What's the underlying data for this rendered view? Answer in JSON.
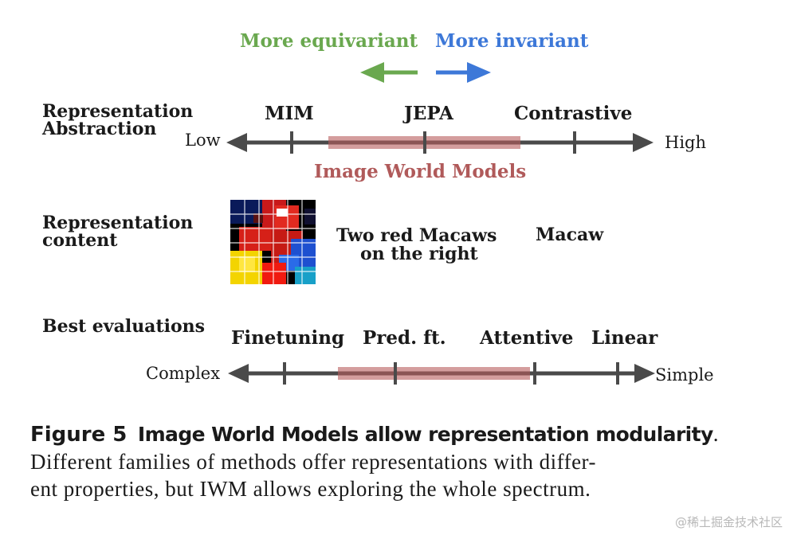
{
  "direction": {
    "equivariant": "More equivariant",
    "invariant": "More invariant"
  },
  "rows": {
    "abstraction_heading": [
      "Representation",
      "Abstraction"
    ],
    "content_heading": [
      "Representation",
      "content"
    ],
    "evaluations_heading": "Best evaluations"
  },
  "abstraction_axis": {
    "low": "Low",
    "high": "High",
    "labels": [
      "MIM",
      "JEPA",
      "Contrastive"
    ],
    "range_label": "Image World Models"
  },
  "content_examples": {
    "jepa_line1": "Two red Macaws",
    "jepa_line2": "on the right",
    "contrastive": "Macaw"
  },
  "evaluation_axis": {
    "complex": "Complex",
    "simple": "Simple",
    "labels": [
      "Finetuning",
      "Pred. ft.",
      "Attentive",
      "Linear"
    ]
  },
  "caption": {
    "figure_number": "Figure 5",
    "title": "Image World Models allow representation modularity",
    "title_end": ".",
    "body_line1": "Different families of methods offer representations with differ-",
    "body_line2": "ent properties, but IWM allows exploring the whole spectrum."
  },
  "watermark": "@稀土掘金技术社区",
  "colors": {
    "green": "#6aa84f",
    "blue": "#3d78d8",
    "range": "#b85c5c",
    "axis": "#4a4a4a"
  }
}
